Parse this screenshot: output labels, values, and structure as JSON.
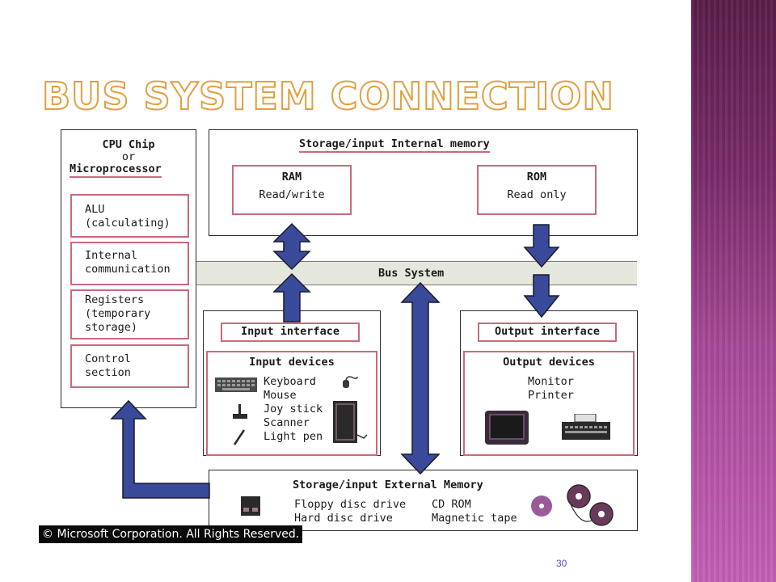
{
  "slide": {
    "title": "BUS SYSTEM CONNECTION",
    "page_number": "30"
  },
  "cpu": {
    "title_line1": "CPU Chip",
    "title_line2": "or",
    "title_line3": "Microprocessor",
    "alu": "ALU\n(calculating)",
    "internal_comm": "Internal\ncommunication",
    "registers": "Registers\n(temporary\nstorage)",
    "control": "Control\nsection"
  },
  "internal_memory": {
    "title": "Storage/input Internal memory",
    "ram_title": "RAM",
    "ram_sub": "Read/write",
    "rom_title": "ROM",
    "rom_sub": "Read only"
  },
  "bus": {
    "label": "Bus System"
  },
  "input": {
    "interface": "Input interface",
    "devices_title": "Input devices",
    "devices": "Keyboard\nMouse\nJoy stick\nScanner\nLight pen"
  },
  "output": {
    "interface": "Output interface",
    "devices_title": "Output devices",
    "devices": "Monitor\nPrinter"
  },
  "external_memory": {
    "title": "Storage/input External Memory",
    "col1": "Floppy disc drive\nHard disc drive",
    "col2": "CD ROM\nMagnetic tape"
  },
  "copyright": "© Microsoft Corporation. All Rights Reserved.",
  "colors": {
    "arrow_fill": "#3a4a9a",
    "arrow_stroke": "#1a1a2a",
    "box_border_accent": "#c96a7a",
    "title_stroke": "#e0a040"
  }
}
